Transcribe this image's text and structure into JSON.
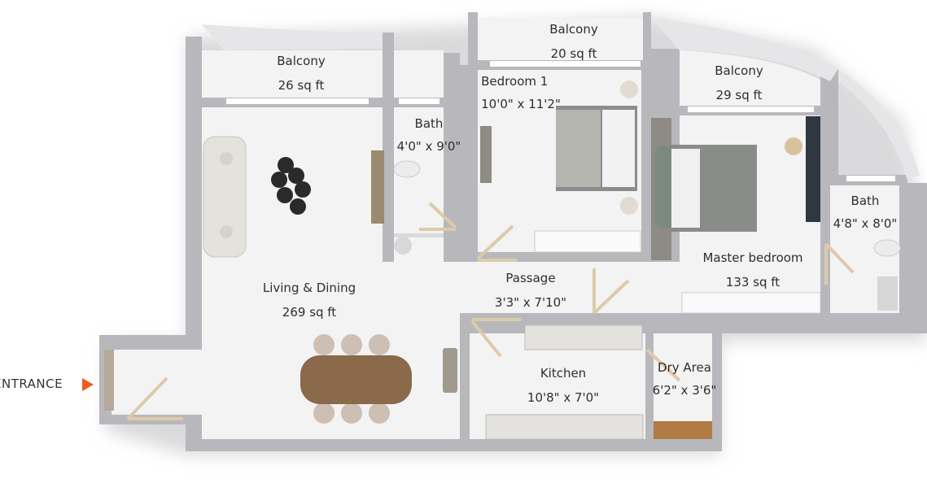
{
  "entrance": {
    "label": "ENTRANCE",
    "arrow_color": "#f15a22"
  },
  "rooms": {
    "balcony_left": {
      "name": "Balcony",
      "size": "26 sq ft"
    },
    "balcony_mid": {
      "name": "Balcony",
      "size": "20 sq ft"
    },
    "balcony_right": {
      "name": "Balcony",
      "size": "29 sq ft"
    },
    "bath1": {
      "name": "Bath",
      "size": "4'0\" x 9'0\""
    },
    "bedroom1": {
      "name": "Bedroom 1",
      "size": "10'0\" x 11'2\""
    },
    "bath2": {
      "name": "Bath",
      "size": "4'8\" x 8'0\""
    },
    "master": {
      "name": "Master bedroom",
      "size": "133 sq ft"
    },
    "living": {
      "name": "Living & Dining",
      "size": "269 sq ft"
    },
    "passage": {
      "name": "Passage",
      "size": "3'3\" x 7'10\""
    },
    "kitchen": {
      "name": "Kitchen",
      "size": "10'8\" x 7'0\""
    },
    "dry": {
      "name": "Dry Area",
      "size": "6'2\" x 3'6\""
    }
  },
  "colors": {
    "wall": "#b8b8bc",
    "floor": "#f3f3f4",
    "door": "#d9c9a8",
    "wood": "#8a6a4a"
  }
}
